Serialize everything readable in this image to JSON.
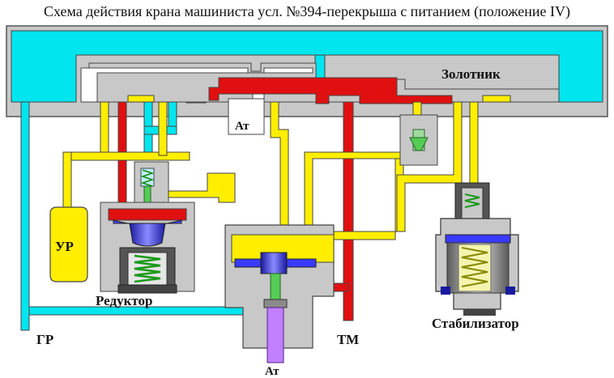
{
  "title": "Схема действия крана машиниста усл. №394-перекрыша с питанием (положение IV)",
  "labels": {
    "zolotnik": "Золотник",
    "at_top": "Ат",
    "at_bottom": "Ат",
    "ur": "УР",
    "reduktor": "Редуктор",
    "gr": "ГР",
    "tm": "ТМ",
    "stabilizator": "Стабилизатор"
  },
  "colors": {
    "body": "#c8c8c8",
    "main_reservoir": "#00e5ee",
    "equalizing": "#ffee00",
    "brake_pipe": "#e01010",
    "valve_blue": "#3a3aff",
    "spring_green": "#44cc44",
    "atmosphere": "#ffffff"
  }
}
